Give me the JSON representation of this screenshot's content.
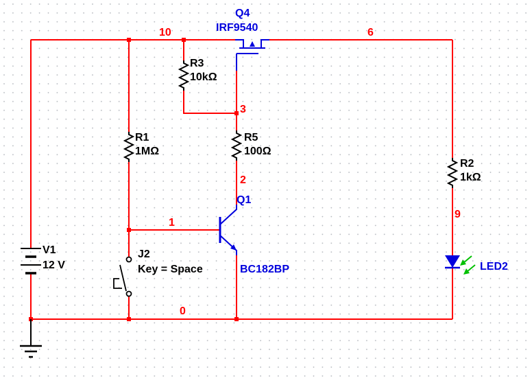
{
  "colors": {
    "background": "#ffffff",
    "grid_dot": "#b2b6bc",
    "wire": "#ff0000",
    "passive_symbol": "#000000",
    "semiconductor_symbol": "#0000dd",
    "net_label": "#ff0000",
    "led_emission_arrows": "#00c000"
  },
  "components": {
    "V1": {
      "ref": "V1",
      "value": "12 V"
    },
    "R1": {
      "ref": "R1",
      "value": "1MΩ"
    },
    "R3": {
      "ref": "R3",
      "value": "10kΩ"
    },
    "R5": {
      "ref": "R5",
      "value": "100Ω"
    },
    "R2": {
      "ref": "R2",
      "value": "1kΩ"
    },
    "Q4": {
      "ref": "Q4",
      "value": "IRF9540"
    },
    "Q1": {
      "ref": "Q1",
      "value": "BC182BP"
    },
    "J2": {
      "ref": "J2",
      "value": "Key = Space"
    },
    "LED2": {
      "ref": "LED2"
    }
  },
  "nets": {
    "n10": "10",
    "n6": "6",
    "n3": "3",
    "n2": "2",
    "n1": "1",
    "n9": "9",
    "n0": "0"
  }
}
